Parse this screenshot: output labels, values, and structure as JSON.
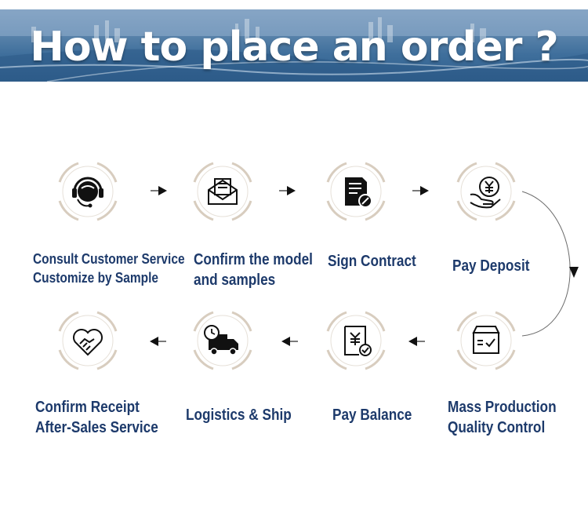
{
  "banner": {
    "title": "How to place an order ?"
  },
  "steps": [
    {
      "icon": "customer-service-headset-icon",
      "lines": [
        "Consult Customer Service",
        "Customize by Sample"
      ]
    },
    {
      "icon": "envelope-icon",
      "lines": [
        "Confirm the model",
        "and samples"
      ]
    },
    {
      "icon": "contract-document-icon",
      "lines": [
        "Sign Contract"
      ]
    },
    {
      "icon": "yen-coin-hand-icon",
      "lines": [
        "Pay Deposit"
      ]
    },
    {
      "icon": "production-box-icon",
      "lines": [
        "Mass Production",
        "Quality Control"
      ]
    },
    {
      "icon": "yen-receipt-check-icon",
      "lines": [
        "Pay Balance"
      ]
    },
    {
      "icon": "delivery-truck-clock-icon",
      "lines": [
        "Logistics & Ship"
      ]
    },
    {
      "icon": "handshake-heart-icon",
      "lines": [
        "Confirm Receipt",
        "After-Sales Service"
      ]
    }
  ],
  "colors": {
    "label": "#1d3a6b",
    "ring": "#d8cdbf",
    "icon": "#1a1a1a"
  }
}
